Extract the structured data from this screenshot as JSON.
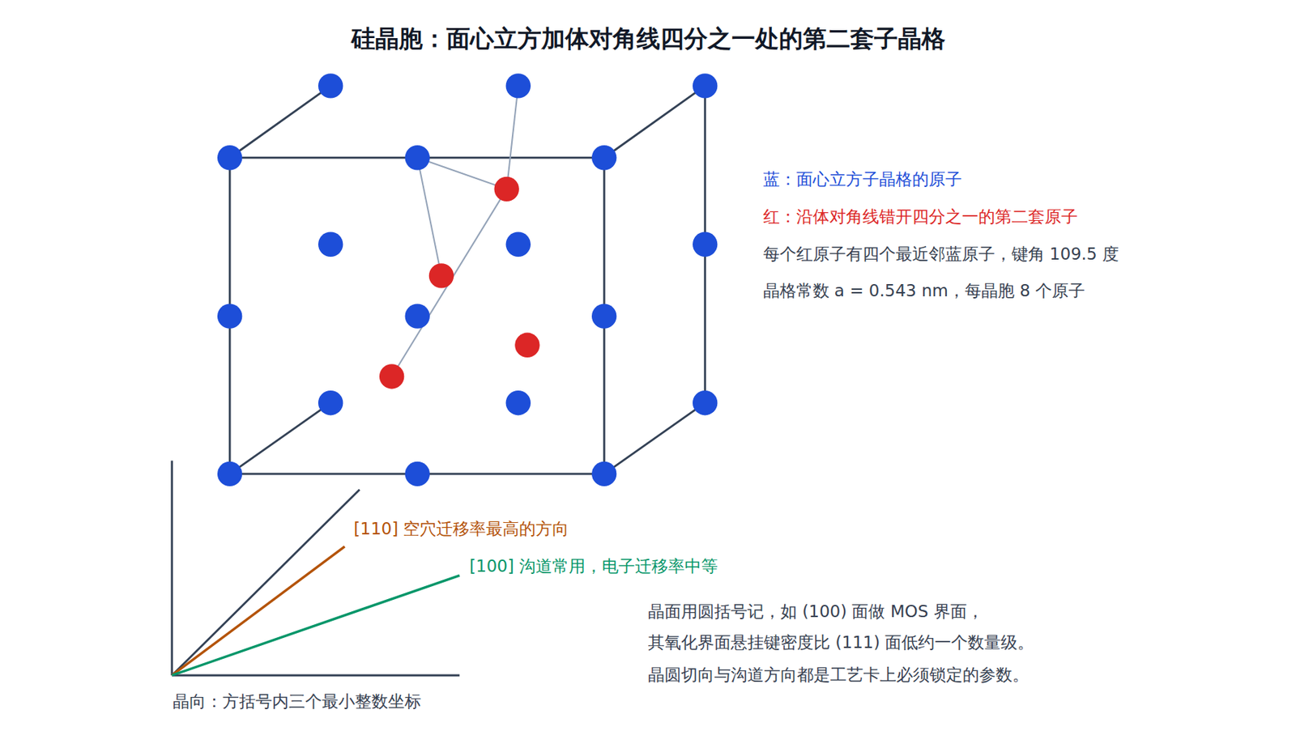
{
  "diagram": {
    "title": "硅晶胞：面心立方加体对角线四分之一处的第二套子晶格",
    "labels": [
      "蓝：面心立方子晶格的原子",
      "红：沿体对角线错开四分之一的第二套原子",
      "每个红原子有四个最近邻蓝原子，键角 109.5 度",
      "晶格常数 a = 0.543 nm，每晶胞 8 个原子",
      "[110] 空穴迁移率最高的方向",
      "[100] 沟道常用，电子迁移率中等",
      "晶向：方括号内三个最小整数坐标",
      "晶面用圆括号记，如 (100) 面做 MOS 界面，",
      "其氧化界面悬挂键密度比 (111) 面低约一个数量级。",
      "晶圆切向与沟道方向都是工艺卡上必须锁定的参数。"
    ]
  }
}
